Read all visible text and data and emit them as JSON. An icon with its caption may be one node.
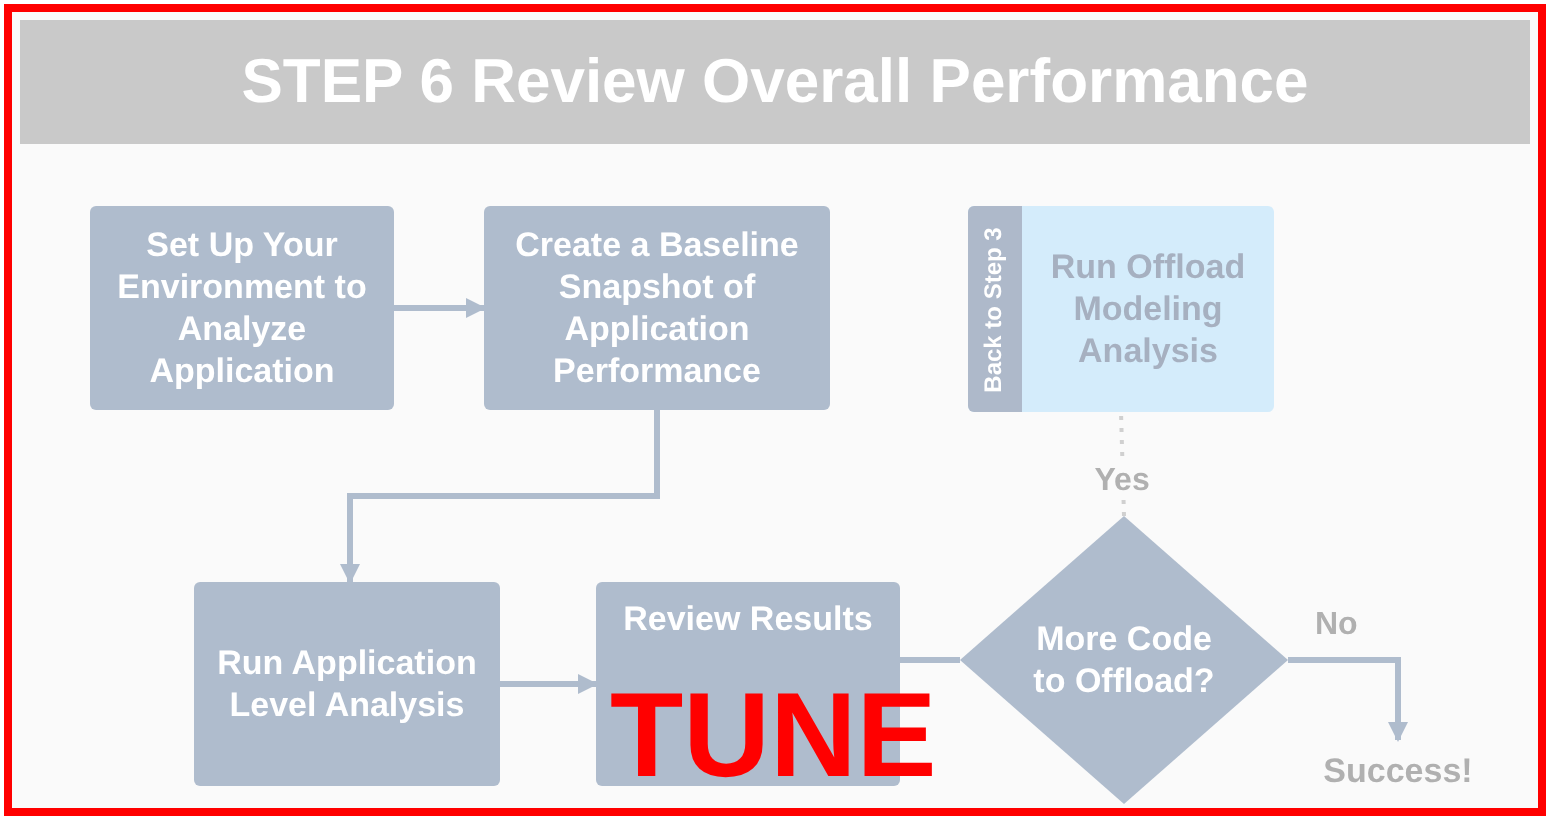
{
  "diagram": {
    "title": "STEP 6 Review Overall Performance",
    "nodes": [
      {
        "text": [
          "Set Up Your Environment to Analyze Application"
        ]
      },
      {
        "text": [
          "Create a Baseline Snapshot of Application Performance"
        ]
      },
      {
        "text": [
          "Back to Step 3",
          "Run Offload Modeling Analysis"
        ]
      },
      {
        "text": [
          "Run Application Level Analysis"
        ]
      },
      {
        "text": [
          "Review Results"
        ]
      },
      {
        "text": [
          "More Code to Offload?"
        ]
      },
      {
        "text": [
          "Success!"
        ]
      }
    ],
    "edges": [
      {
        "from": 0,
        "to": 1,
        "arrow": "to"
      },
      {
        "from": 1,
        "to": 3,
        "arrow": "to"
      },
      {
        "from": 3,
        "to": 4,
        "arrow": "to"
      },
      {
        "from": 4,
        "to": 5,
        "arrow": "none"
      },
      {
        "from": 5,
        "to": 2,
        "arrow": "none",
        "label": "Yes",
        "style": "dashed"
      },
      {
        "from": 5,
        "to": 6,
        "arrow": "to",
        "label": "No"
      }
    ],
    "labels": [
      "TUNE"
    ]
  }
}
